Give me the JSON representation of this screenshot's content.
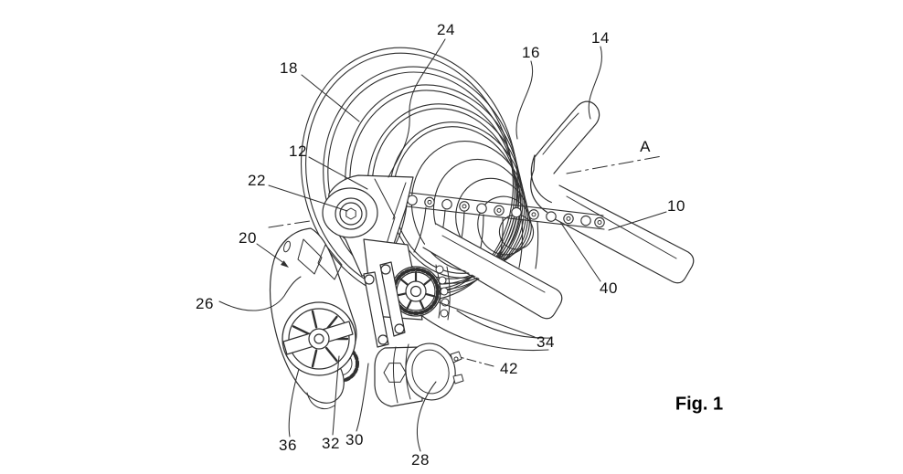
{
  "figure_caption": "Fig. 1",
  "reference_labels": {
    "n10": "10",
    "n12": "12",
    "n14": "14",
    "n16": "16",
    "n18": "18",
    "n20": "20",
    "n22": "22",
    "n24": "24",
    "n26": "26",
    "n28": "28",
    "n30": "30",
    "n32": "32",
    "n34": "34",
    "n36": "36",
    "n40": "40",
    "n42": "42",
    "axis": "A"
  },
  "colors": {
    "background": "#ffffff",
    "line_art": "#2f2f2f",
    "label_text": "#111111"
  }
}
